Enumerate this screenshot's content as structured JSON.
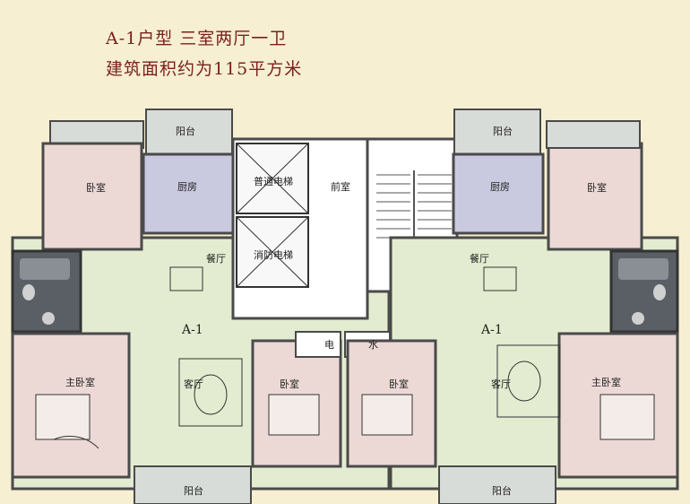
{
  "header": {
    "title": "A-1户型  三室两厅一卫",
    "subtitle": "建筑面积约为115平方米"
  },
  "colors": {
    "background": "#f6efd2",
    "title_text": "#7a1f1f",
    "wall": "#4a4a4a",
    "bedroom_fill": "#ecd9d6",
    "kitchen_fill": "#c9c9e0",
    "bathroom_fill": "#5a5f66",
    "living_fill": "#e3ecd0",
    "balcony_fill": "#d8dcd9",
    "corridor_fill": "#ffffff"
  },
  "rooms": {
    "balcony_top_left": "阳台",
    "balcony_top_right": "阳台",
    "bedroom_nw": "卧室",
    "bedroom_ne": "卧室",
    "kitchen_left": "厨房",
    "kitchen_right": "厨房",
    "elevator_passenger": "普通电梯",
    "elevator_fire": "消防电梯",
    "front_hall": "前室",
    "dining_left": "餐厅",
    "dining_right": "餐厅",
    "unit_left": "A-1",
    "unit_right": "A-1",
    "utility_elec": "电",
    "utility_water": "水",
    "master_left": "主卧室",
    "master_right": "主卧室",
    "living_left": "客厅",
    "living_right": "客厅",
    "bedroom_center_left": "卧室",
    "bedroom_center_right": "卧室",
    "balcony_bottom_left": "阳台",
    "balcony_bottom_right": "阳台"
  }
}
